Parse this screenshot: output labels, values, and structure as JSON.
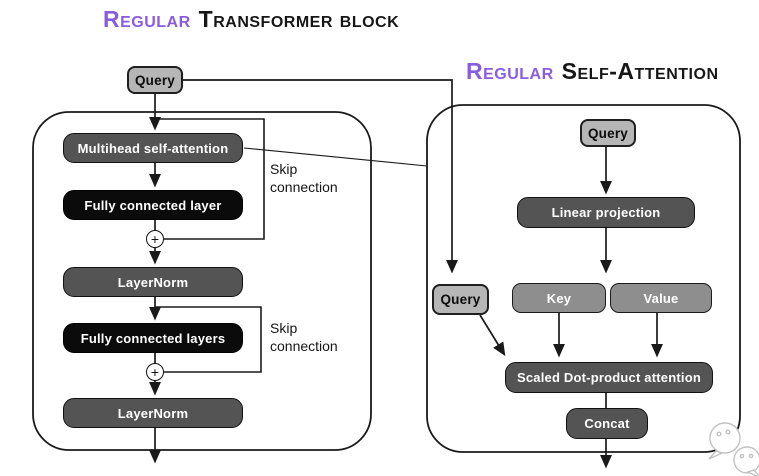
{
  "titles": {
    "left_accent": "Regular",
    "left_rest": "Transformer block",
    "right_accent": "Regular",
    "right_rest": "Self-Attention"
  },
  "left_panel": {
    "query": "Query",
    "multihead": "Multihead self-attention",
    "fc_layer": "Fully connected layer",
    "layernorm1": "LayerNorm",
    "fc_layers": "Fully connected layers",
    "layernorm2": "LayerNorm",
    "skip1": "Skip connection",
    "skip2": "Skip connection",
    "plus1": "+",
    "plus2": "+"
  },
  "right_panel": {
    "query_top": "Query",
    "linear_projection": "Linear projection",
    "query_side": "Query",
    "key": "Key",
    "value": "Value",
    "scaled_attention": "Scaled Dot-product attention",
    "concat": "Concat"
  },
  "colors": {
    "accent_purple": "#8a5ce0",
    "text_black": "#161616",
    "box_dark": "#545454",
    "box_black": "#0b0b0b",
    "box_light": "#b6b6b6",
    "box_mid": "#8e8e8e",
    "line": "#1a1a1a",
    "watermark_gray": "#c2c2c2"
  },
  "watermark": {
    "name": "wechat-logo"
  }
}
